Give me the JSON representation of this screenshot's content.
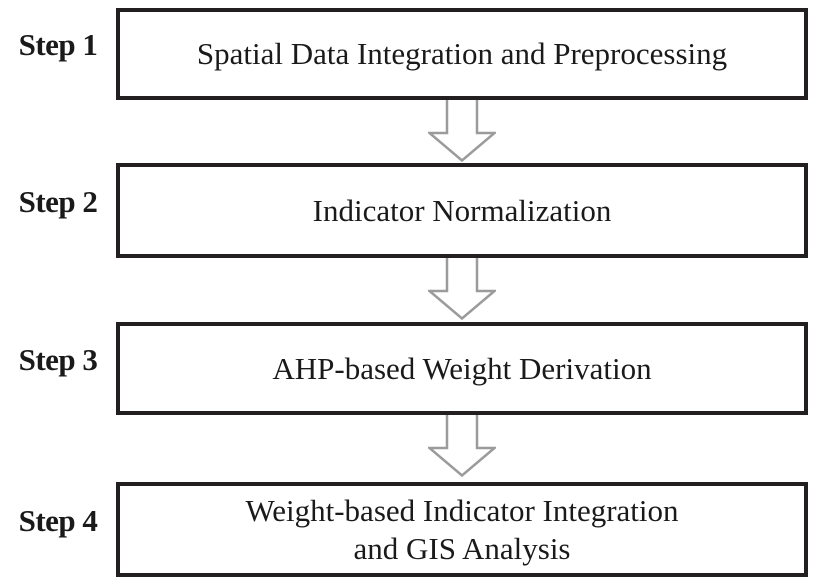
{
  "diagram": {
    "type": "flowchart",
    "direction": "top-down",
    "colors": {
      "box_border": "#231f20",
      "text": "#1a1a1a",
      "arrow_outline": "#9b9b9b",
      "arrow_fill": "#ffffff",
      "background": "#ffffff"
    },
    "arrow_icon": "block-arrow-down",
    "steps": [
      {
        "label": "Step 1",
        "lines": [
          "Spatial Data Integration and Preprocessing"
        ]
      },
      {
        "label": "Step 2",
        "lines": [
          "Indicator Normalization"
        ]
      },
      {
        "label": "Step 3",
        "lines": [
          "AHP-based Weight Derivation"
        ]
      },
      {
        "label": "Step 4",
        "lines": [
          "Weight-based Indicator Integration",
          "and GIS Analysis"
        ]
      }
    ]
  }
}
